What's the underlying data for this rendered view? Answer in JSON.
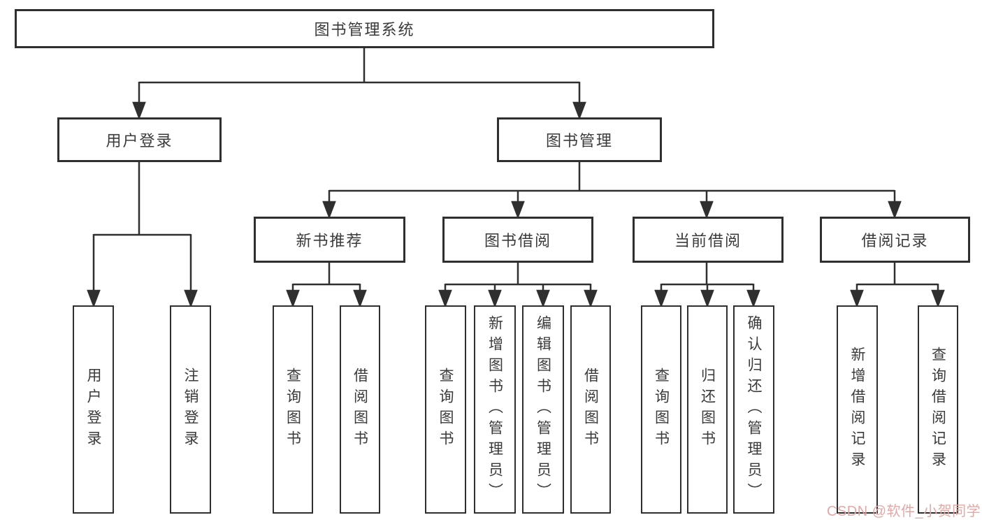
{
  "diagram": {
    "tree": {
      "label": "图书管理系统",
      "children": [
        {
          "label": "用户登录",
          "children": [
            {
              "label": "用户登录"
            },
            {
              "label": "注销登录"
            }
          ]
        },
        {
          "label": "图书管理",
          "children": [
            {
              "label": "新书推荐",
              "children": [
                {
                  "label": "查询图书"
                },
                {
                  "label": "借阅图书"
                }
              ]
            },
            {
              "label": "图书借阅",
              "children": [
                {
                  "label": "查询图书"
                },
                {
                  "label": "新增图书（管理员）"
                },
                {
                  "label": "编辑图书（管理员）"
                },
                {
                  "label": "借阅图书"
                }
              ]
            },
            {
              "label": "当前借阅",
              "children": [
                {
                  "label": "查询图书"
                },
                {
                  "label": "归还图书"
                },
                {
                  "label": "确认归还（管理员）"
                }
              ]
            },
            {
              "label": "借阅记录",
              "children": [
                {
                  "label": "新增借阅记录"
                },
                {
                  "label": "查询借阅记录"
                }
              ]
            }
          ]
        }
      ]
    },
    "watermark": {
      "text": "CSDN @软件_小贺同学",
      "color": "#e2a8a5"
    },
    "colors": {
      "line": "#2f2f2f",
      "box_border": "#2f2f2f",
      "text": "#3a3a3a",
      "background": "#ffffff"
    }
  }
}
